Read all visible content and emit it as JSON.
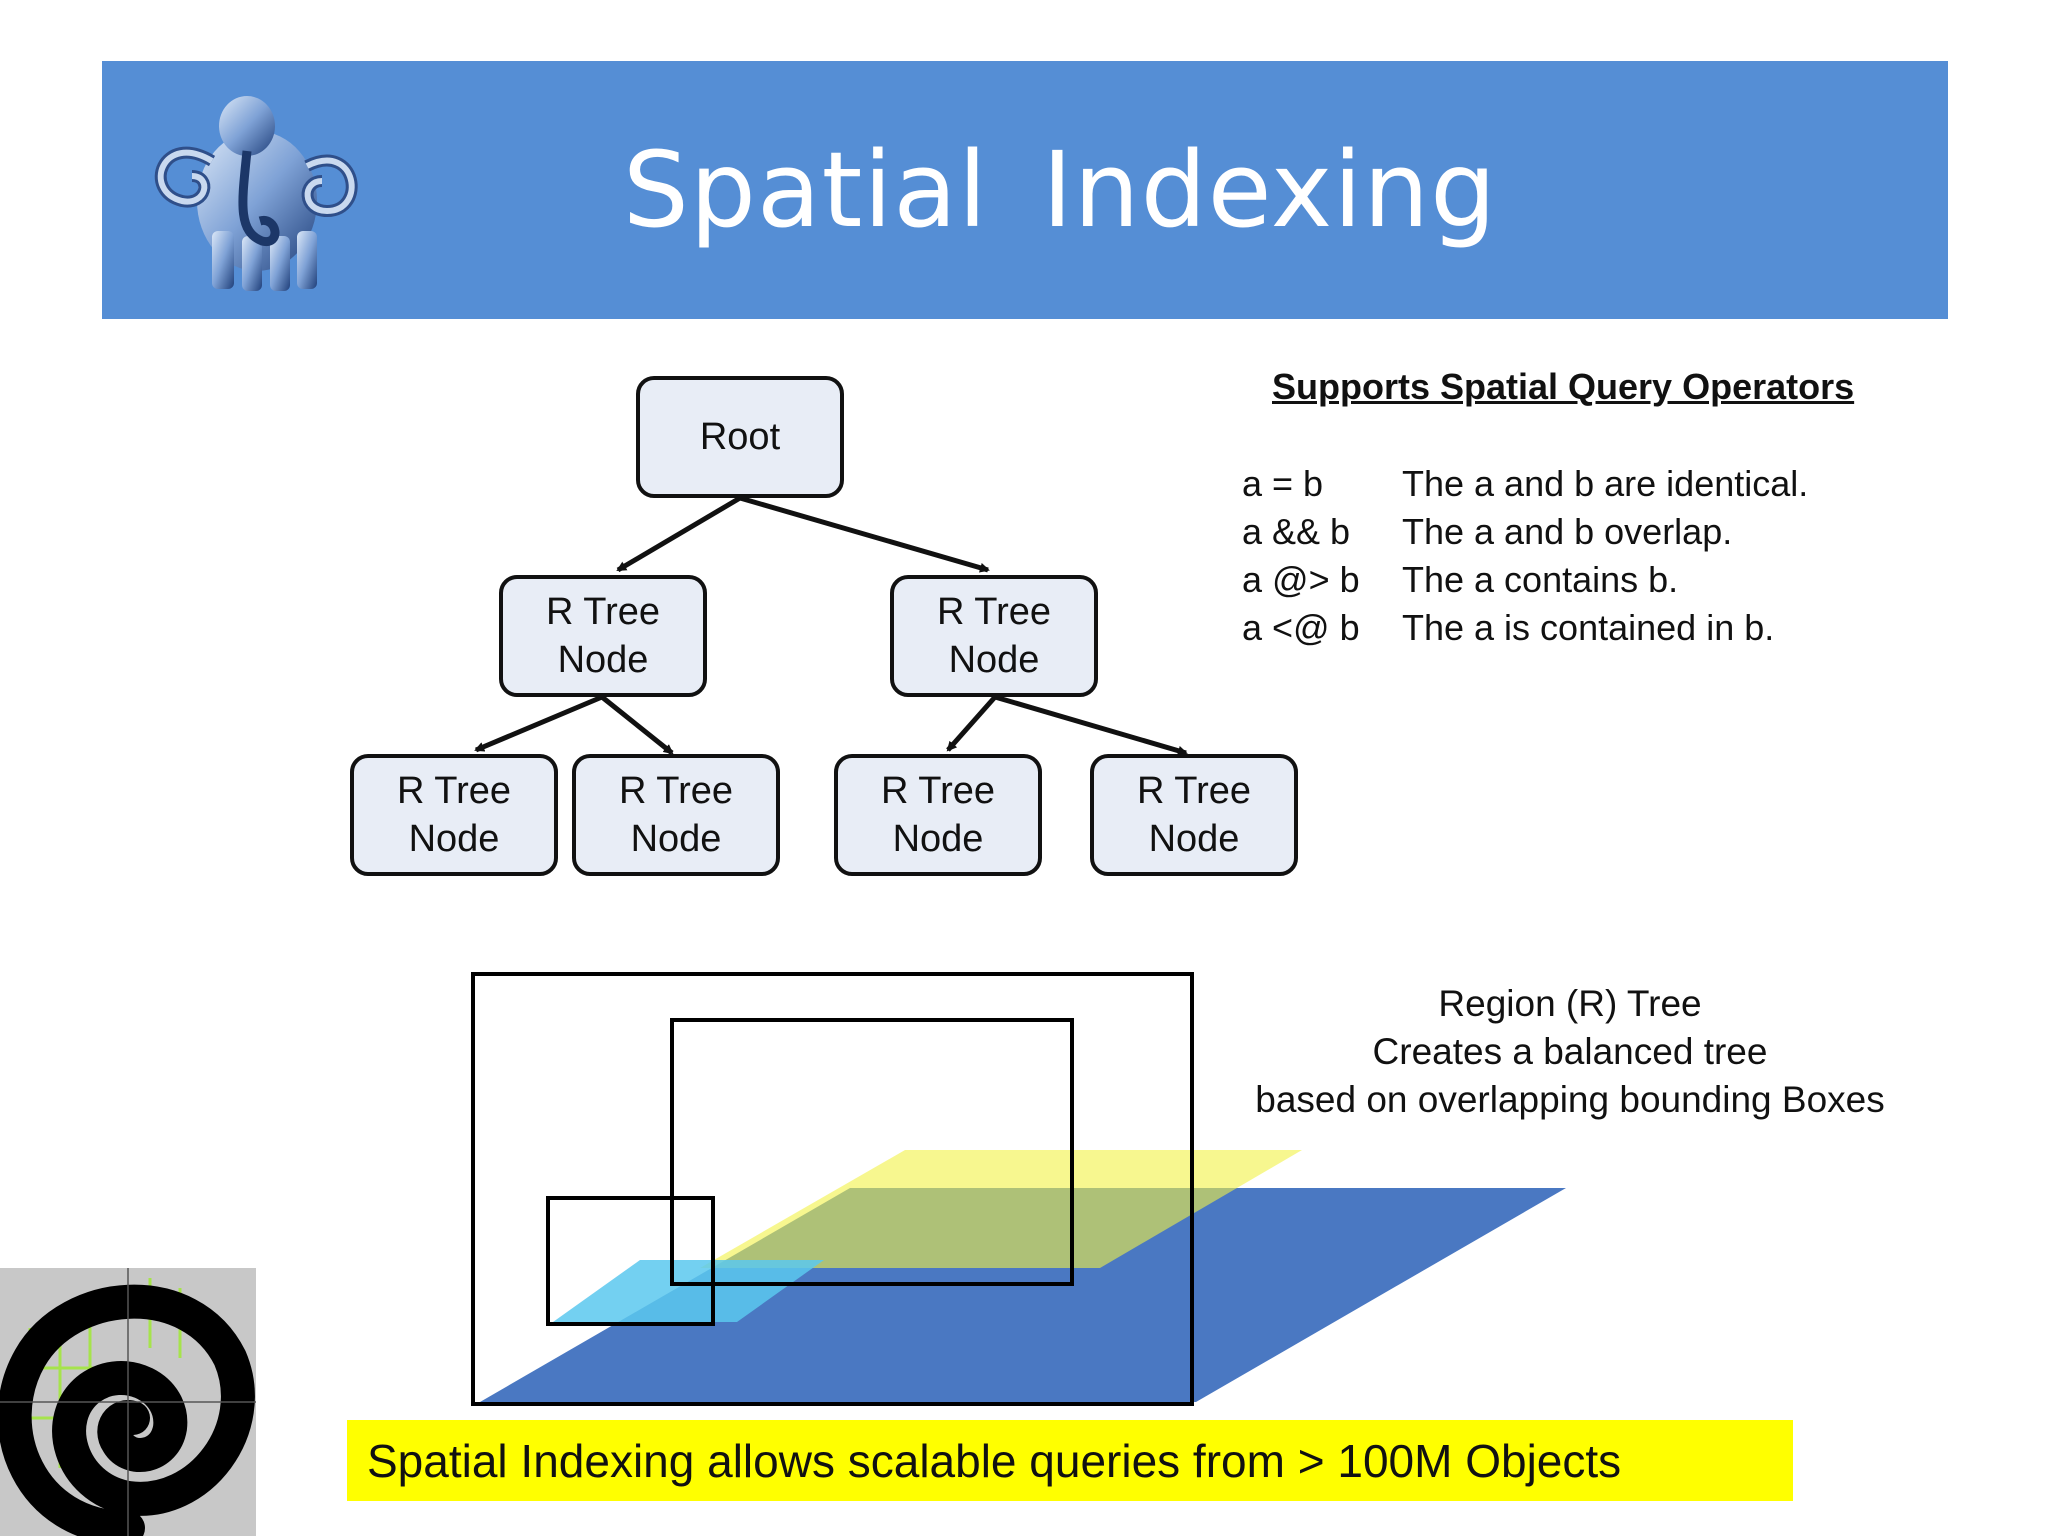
{
  "slide": {
    "title": "Spatial  Indexing",
    "header_color": "#558ed5"
  },
  "tree": {
    "root": "Root",
    "level1": [
      "R Tree\nNode",
      "R Tree\nNode"
    ],
    "level2": [
      "R Tree\nNode",
      "R Tree\nNode",
      "R Tree\nNode",
      "R Tree\nNode"
    ],
    "node_fill": "#e8edf6"
  },
  "operators": {
    "heading": "Supports Spatial Query Operators",
    "rows": [
      {
        "symbol": "a = b",
        "description": "The a and b are identical."
      },
      {
        "symbol": "a && b",
        "description": "The a and b overlap."
      },
      {
        "symbol": "a @> b",
        "description": "The a contains  b."
      },
      {
        "symbol": "a <@ b",
        "description": "The a is contained in b."
      }
    ]
  },
  "region": {
    "lines": [
      "Region (R) Tree",
      "Creates a balanced tree",
      "based on overlapping bounding Boxes"
    ],
    "plane_colors": {
      "blue": "#4a78c2",
      "yellow": "#f2f244",
      "cyan": "#5bc8ee"
    }
  },
  "banner": {
    "text": "Spatial Indexing allows scalable queries from > 100M  Objects",
    "color": "#ffff00"
  },
  "icons": {
    "top_logo": "mammoth-logo-icon",
    "bottom_logo": "spiral-logo-icon"
  }
}
